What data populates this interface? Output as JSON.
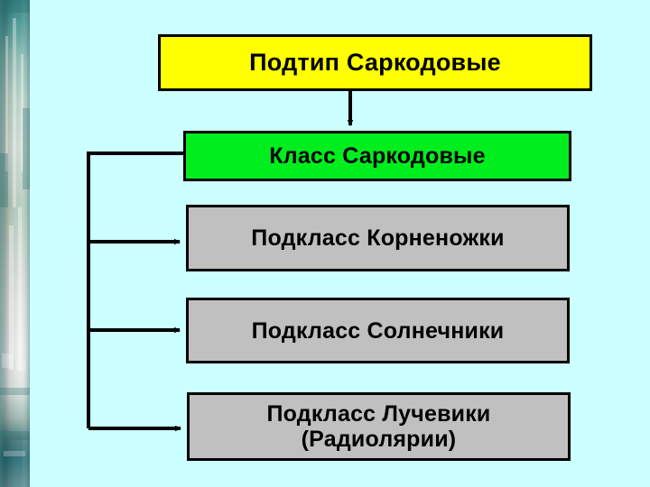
{
  "slide": {
    "background_color": "#CCFFFF",
    "title": "Подтип Саркодовые",
    "decor": {
      "name": "waterfall-photo-strip",
      "description": "Декоративная фотополоса (водопад) слева"
    }
  },
  "diagram": {
    "type": "hierarchy",
    "nodes": [
      {
        "id": "subtype",
        "label": "Подтип Саркодовые",
        "rank": "Подтип",
        "fill": "#FFFF00",
        "border": "#000000"
      },
      {
        "id": "class",
        "label": "Класс Саркодовые",
        "rank": "Класс",
        "fill": "#00EE1E",
        "border": "#000000"
      },
      {
        "id": "rhizopoda",
        "label": "Подкласс Корненожки",
        "rank": "Подкласс",
        "fill": "#C0C0C0",
        "border": "#000000"
      },
      {
        "id": "heliozoa",
        "label": "Подкласс Солнечники",
        "rank": "Подкласс",
        "fill": "#C0C0C0",
        "border": "#000000"
      },
      {
        "id": "radiolaria",
        "label_line1": "Подкласс Лучевики",
        "label_line2": "(Радиолярии)",
        "rank": "Подкласс",
        "fill": "#C0C0C0",
        "border": "#000000"
      }
    ],
    "edges": [
      {
        "from": "subtype",
        "to": "class",
        "style": "arrow-down"
      },
      {
        "from": "class",
        "to": "rhizopoda",
        "style": "elbow-arrow-right"
      },
      {
        "from": "class",
        "to": "heliozoa",
        "style": "elbow-arrow-right"
      },
      {
        "from": "class",
        "to": "radiolaria",
        "style": "elbow-arrow-right"
      }
    ],
    "line_color": "#000000"
  }
}
